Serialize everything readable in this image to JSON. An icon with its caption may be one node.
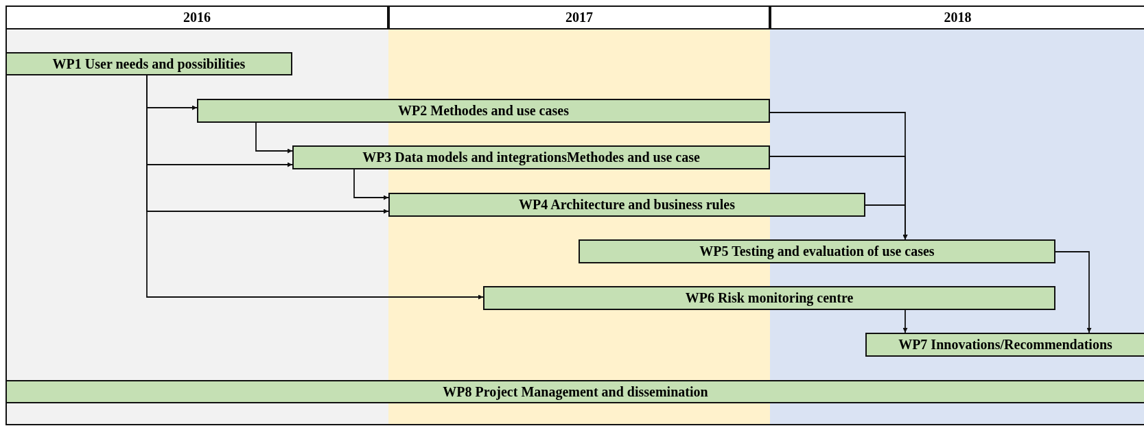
{
  "diagram": {
    "nodes": [
      {
        "text": [
          "2016"
        ]
      },
      {
        "text": [
          "2017"
        ]
      },
      {
        "text": [
          "2018"
        ]
      },
      {
        "text": [
          "WP1 User needs and possibilities"
        ]
      },
      {
        "text": [
          "WP2 Methodes and use cases"
        ]
      },
      {
        "text": [
          "WP3 Data models and integrationsMethodes and use case"
        ]
      },
      {
        "text": [
          "WP4 Architecture and business rules"
        ]
      },
      {
        "text": [
          "WP5 Testing and evaluation of use cases"
        ]
      },
      {
        "text": [
          "WP6 Risk monitoring centre"
        ]
      },
      {
        "text": [
          "WP7 Innovations/Recommendations"
        ]
      },
      {
        "text": [
          "WP8 Project Management and dissemination"
        ]
      }
    ],
    "edges": [
      {
        "from": 3,
        "to": 4,
        "arrow": "to"
      },
      {
        "from": 3,
        "to": 5,
        "arrow": "to"
      },
      {
        "from": 3,
        "to": 6,
        "arrow": "to"
      },
      {
        "from": 3,
        "to": 8,
        "arrow": "to"
      },
      {
        "from": 4,
        "to": 5,
        "arrow": "to"
      },
      {
        "from": 5,
        "to": 6,
        "arrow": "to"
      },
      {
        "from": 4,
        "to": 7,
        "arrow": "to"
      },
      {
        "from": 5,
        "to": 7,
        "arrow": "to"
      },
      {
        "from": 6,
        "to": 7,
        "arrow": "to"
      },
      {
        "from": 7,
        "to": 9,
        "arrow": "to"
      },
      {
        "from": 8,
        "to": 9,
        "arrow": "to"
      }
    ]
  }
}
